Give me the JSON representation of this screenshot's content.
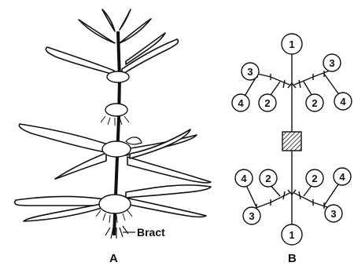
{
  "panels": {
    "a": {
      "caption": "A",
      "bract_label": "Bract"
    },
    "b": {
      "caption": "B",
      "upper": {
        "top": "1",
        "left_outer": "3",
        "left_mid": "2",
        "left_low": "4",
        "right_outer": "3",
        "right_mid": "2",
        "right_low": "4"
      },
      "lower": {
        "bottom": "1",
        "left_outer": "3",
        "left_mid": "2",
        "left_top": "4",
        "right_outer": "3",
        "right_mid": "2",
        "right_top": "4"
      }
    }
  }
}
